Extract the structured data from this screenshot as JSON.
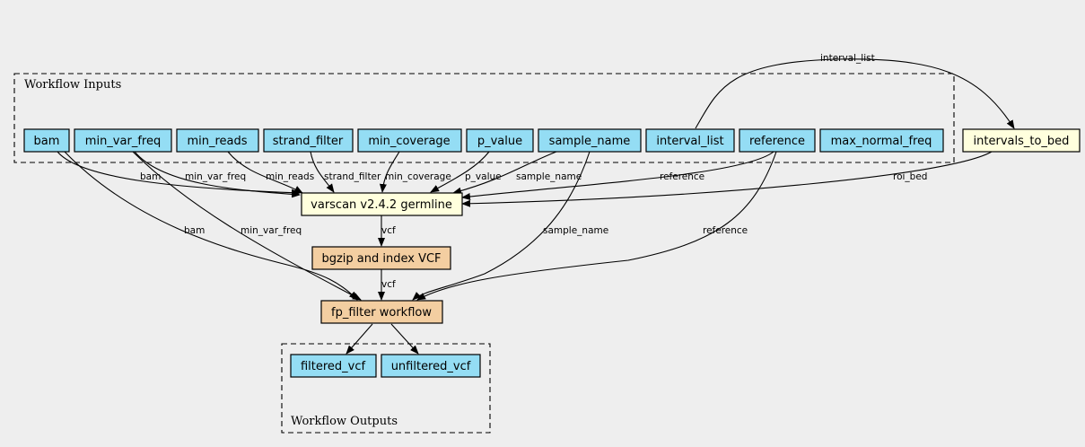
{
  "colors": {
    "background": "#eeeeee",
    "input": "#94ddf4",
    "tool": "#ffffdd",
    "workflow": "#f3cea1",
    "output": "#94ddf4"
  },
  "clusters": {
    "inputs": "Workflow Inputs",
    "outputs": "Workflow Outputs"
  },
  "nodes": {
    "bam": "bam",
    "min_var_freq": "min_var_freq",
    "min_reads": "min_reads",
    "strand_filter": "strand_filter",
    "min_coverage": "min_coverage",
    "p_value": "p_value",
    "sample_name": "sample_name",
    "interval_list": "interval_list",
    "reference": "reference",
    "max_normal_freq": "max_normal_freq",
    "intervals_to_bed": "intervals_to_bed",
    "varscan": "varscan v2.4.2 germline",
    "bgzip": "bgzip and index VCF",
    "fp_filter": "fp_filter workflow",
    "filtered_vcf": "filtered_vcf",
    "unfiltered_vcf": "unfiltered_vcf"
  },
  "edges": {
    "bam_varscan": "bam",
    "mvf_varscan": "min_var_freq",
    "minreads_varscan": "min_reads",
    "strand_varscan": "strand_filter",
    "mincov_varscan": "min_coverage",
    "pvalue_varscan": "p_value",
    "sample_varscan": "sample_name",
    "ref_varscan": "reference",
    "roi_varscan": "roi_bed",
    "interval_to_bed": "interval_list",
    "varscan_bgzip": "vcf",
    "bgzip_fp": "vcf",
    "bam_fp": "bam",
    "mvf_fp": "min_var_freq",
    "sample_fp": "sample_name",
    "ref_fp": "reference"
  }
}
